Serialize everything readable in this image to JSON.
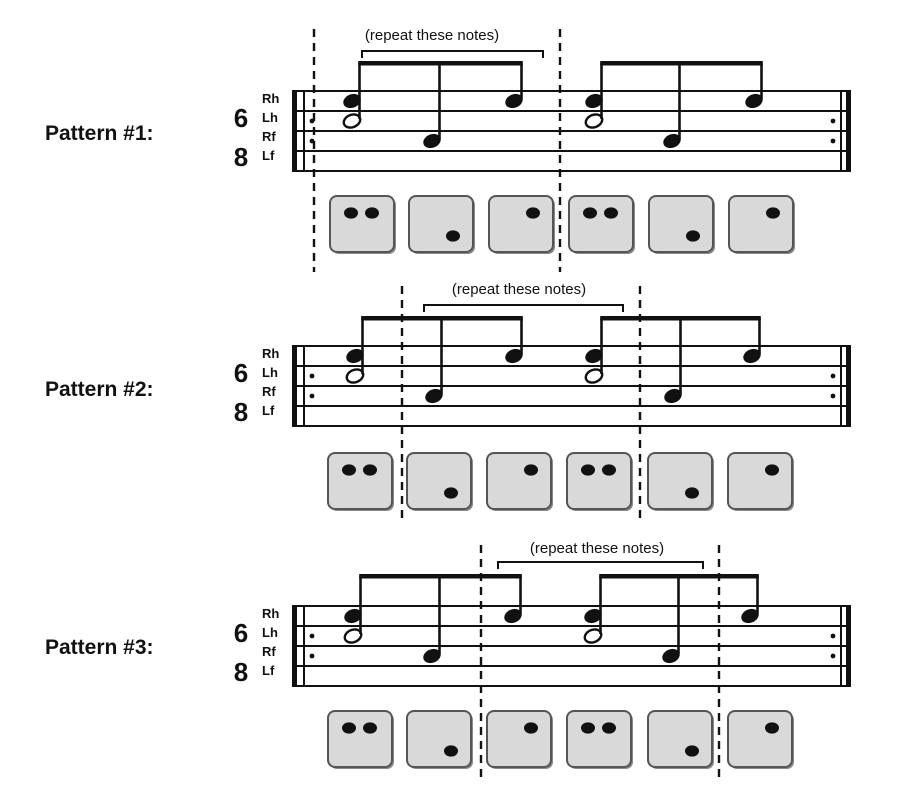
{
  "title": "",
  "voice_labels": [
    "Rh",
    "Lh",
    "Rf",
    "Lf"
  ],
  "time_signature": {
    "top": "6",
    "bottom": "8"
  },
  "repeat_label": "(repeat these notes)",
  "colors": {
    "ink": "#111111",
    "box_fill": "#d9d9d9",
    "box_border": "#555555",
    "background": "#ffffff"
  },
  "patterns": [
    {
      "label": "Pattern #1:",
      "boxes": [
        [
          "Rh",
          "Lh"
        ],
        [
          "Rf"
        ],
        [
          "Rh"
        ],
        [
          "Rh",
          "Lh"
        ],
        [
          "Rf"
        ],
        [
          "Rh"
        ]
      ],
      "repeat_span": {
        "from_step": 0,
        "to_step": 3
      }
    },
    {
      "label": "Pattern #2:",
      "boxes": [
        [
          "Rh",
          "Lh"
        ],
        [
          "Rf"
        ],
        [
          "Rh"
        ],
        [
          "Rh",
          "Lh"
        ],
        [
          "Rf"
        ],
        [
          "Rh"
        ]
      ],
      "repeat_span": {
        "from_step": 1,
        "to_step": 4
      }
    },
    {
      "label": "Pattern #3:",
      "boxes": [
        [
          "Rh",
          "Lh"
        ],
        [
          "Rf"
        ],
        [
          "Rh"
        ],
        [
          "Rh",
          "Lh"
        ],
        [
          "Rf"
        ],
        [
          "Rh"
        ]
      ],
      "repeat_span": {
        "from_step": 2,
        "to_step": 5
      }
    }
  ]
}
